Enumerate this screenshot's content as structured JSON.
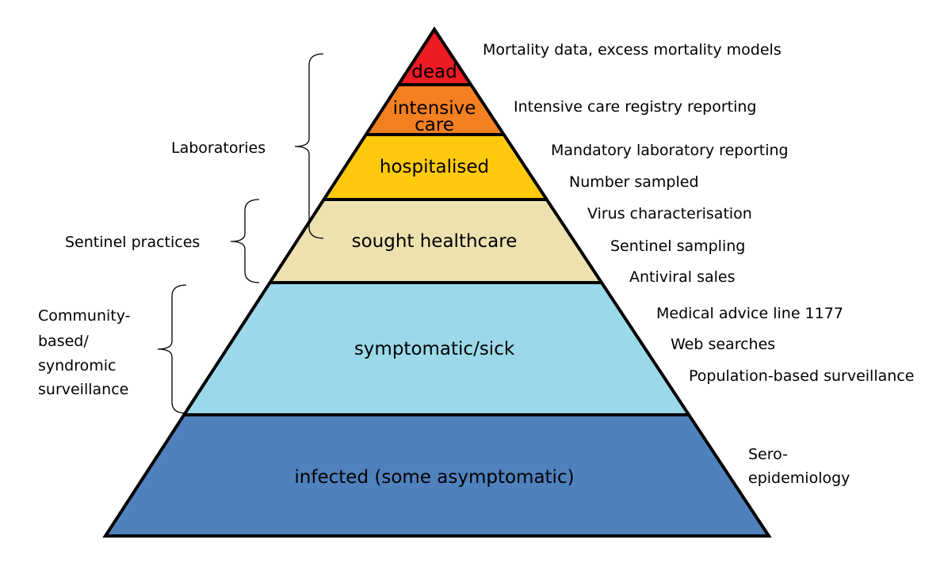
{
  "title": "Surveillance pyramid",
  "pyramid_levels": [
    {
      "id": "dead",
      "label_lines": [
        "dead"
      ],
      "color": "#ED1C24"
    },
    {
      "id": "intensive-care",
      "label_lines": [
        "intensive",
        "care"
      ],
      "color": "#F47F20"
    },
    {
      "id": "hospitalised",
      "label_lines": [
        "hospitalised"
      ],
      "color": "#FFC90E"
    },
    {
      "id": "sought-healthcare",
      "label_lines": [
        "sought healthcare"
      ],
      "color": "#EDE1AF"
    },
    {
      "id": "symptomatic-sick",
      "label_lines": [
        "symptomatic/sick"
      ],
      "color": "#9BD9EA"
    },
    {
      "id": "infected",
      "label_lines": [
        "infected (some asymptomatic)"
      ],
      "color": "#4F81BD"
    }
  ],
  "surveillance_groups": [
    {
      "id": "laboratories",
      "label_lines": [
        "Laboratories"
      ]
    },
    {
      "id": "sentinel-practices",
      "label_lines": [
        "Sentinel practices"
      ]
    },
    {
      "id": "community-based",
      "label_lines": [
        "Community-",
        "based/",
        "syndromic",
        "surveillance"
      ]
    }
  ],
  "data_sources": [
    {
      "id": "mortality-data",
      "label_lines": [
        "Mortality data, excess mortality models"
      ]
    },
    {
      "id": "intensive-care-registry",
      "label_lines": [
        "Intensive care registry reporting"
      ]
    },
    {
      "id": "mandatory-lab-reporting",
      "label_lines": [
        "Mandatory laboratory reporting"
      ]
    },
    {
      "id": "number-sampled",
      "label_lines": [
        "Number sampled"
      ]
    },
    {
      "id": "virus-characterisation",
      "label_lines": [
        "Virus characterisation"
      ]
    },
    {
      "id": "sentinel-sampling",
      "label_lines": [
        "Sentinel sampling"
      ]
    },
    {
      "id": "antiviral-sales",
      "label_lines": [
        "Antiviral sales"
      ]
    },
    {
      "id": "medical-advice-line",
      "label_lines": [
        "Medical advice line 1177"
      ]
    },
    {
      "id": "web-searches",
      "label_lines": [
        "Web searches"
      ]
    },
    {
      "id": "population-based-surveillance",
      "label_lines": [
        "Population-based surveillance"
      ]
    },
    {
      "id": "sero-epidemiology",
      "label_lines": [
        "Sero-",
        "epidemiology"
      ]
    }
  ]
}
